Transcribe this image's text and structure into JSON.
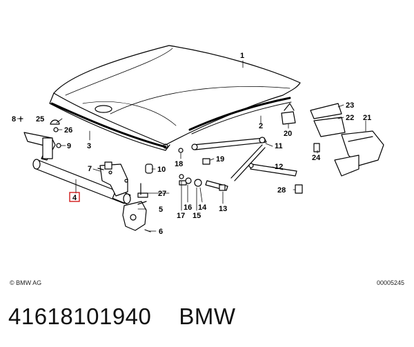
{
  "diagram": {
    "callouts": [
      "1",
      "2",
      "3",
      "4",
      "5",
      "6",
      "7",
      "8",
      "9",
      "10",
      "11",
      "12",
      "13",
      "14",
      "15",
      "16",
      "17",
      "18",
      "19",
      "20",
      "21",
      "22",
      "23",
      "24",
      "25",
      "26",
      "27",
      "28"
    ],
    "highlighted_callout": "4",
    "highlight_color": "#d11a1a"
  },
  "footer": {
    "copyright": "© BMW AG",
    "drawing_number": "00005245"
  },
  "caption": {
    "part_number": "41618101940",
    "brand": "BMW"
  }
}
